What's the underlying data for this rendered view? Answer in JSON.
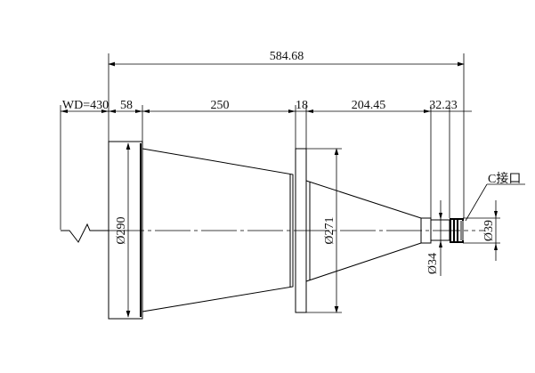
{
  "drawing": {
    "overall_length": "584.68",
    "segments": [
      "WD=430",
      "58",
      "250",
      "18",
      "204.45",
      "32.23"
    ],
    "diameters": {
      "front": "Ø290",
      "middle": "Ø271",
      "tube": "Ø34",
      "mount": "Ø39"
    },
    "mount_label": "C接口"
  }
}
